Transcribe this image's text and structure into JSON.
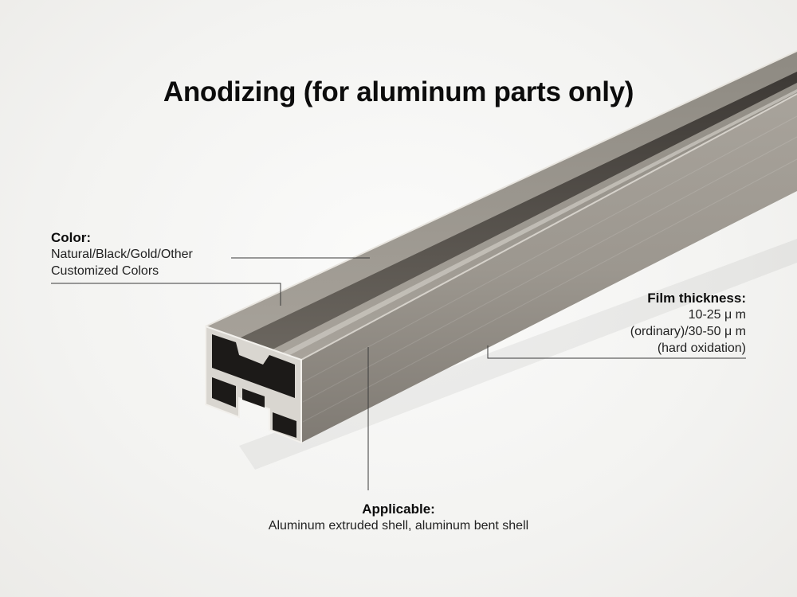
{
  "title": "Anodizing (for aluminum parts only)",
  "callouts": {
    "color": {
      "heading": "Color:",
      "text": "Natural/Black/Gold/Other Customized Colors"
    },
    "film_thickness": {
      "heading": "Film thickness:",
      "text": "10-25 μ m\n(ordinary)/30-50 μ m\n(hard oxidation)"
    },
    "applicable": {
      "heading": "Applicable:",
      "text": "Aluminum extruded shell, aluminum bent shell"
    }
  },
  "colors": {
    "metal_light": "#a9a49c",
    "metal_mid": "#8c877f",
    "metal_dark": "#5f5a54",
    "edge_highlight": "#e8e5df",
    "leader_line": "#3a3a3a"
  },
  "icons": {
    "product": "aluminum-extrusion-profile"
  }
}
